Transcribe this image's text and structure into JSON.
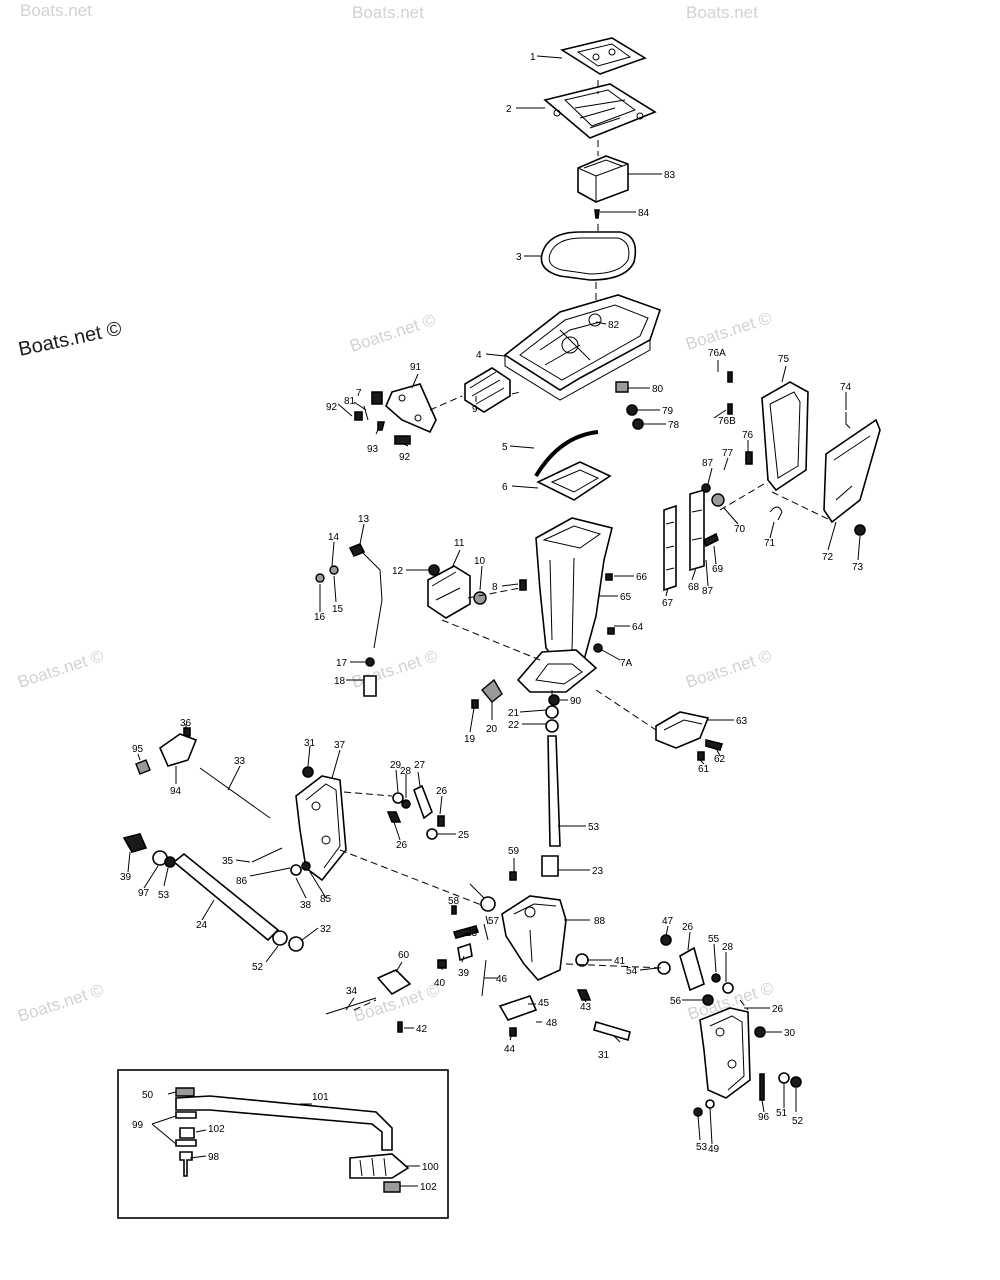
{
  "watermark": {
    "text": "Boats.net",
    "brand_text": "Boats.net ©",
    "faded_text": "Boats.net ©"
  },
  "part_labels": [
    "1",
    "2",
    "83",
    "84",
    "3",
    "82",
    "4",
    "9",
    "91",
    "7",
    "81",
    "92",
    "93",
    "92",
    "80",
    "79",
    "78",
    "5",
    "6",
    "76A",
    "75",
    "74",
    "76B",
    "76",
    "87",
    "77",
    "70",
    "71",
    "72",
    "73",
    "13",
    "14",
    "15",
    "16",
    "17",
    "18",
    "12",
    "11",
    "10",
    "8",
    "66",
    "67",
    "68",
    "69",
    "87",
    "65",
    "64",
    "7A",
    "19",
    "20",
    "21",
    "22",
    "90",
    "63",
    "62",
    "61",
    "36",
    "95",
    "94",
    "33",
    "31",
    "37",
    "29",
    "28",
    "27",
    "26",
    "25",
    "26",
    "35",
    "86",
    "38",
    "85",
    "39",
    "97",
    "53",
    "24",
    "32",
    "52",
    "53",
    "59",
    "23",
    "58",
    "23",
    "88",
    "57",
    "41",
    "39",
    "40",
    "46",
    "43",
    "45",
    "48",
    "44",
    "60",
    "34",
    "42",
    "47",
    "26",
    "55",
    "28",
    "54",
    "56",
    "26",
    "30",
    "31",
    "96",
    "51",
    "52",
    "53",
    "49",
    "50",
    "101",
    "99",
    "102",
    "98",
    "100",
    "102",
    "101"
  ]
}
